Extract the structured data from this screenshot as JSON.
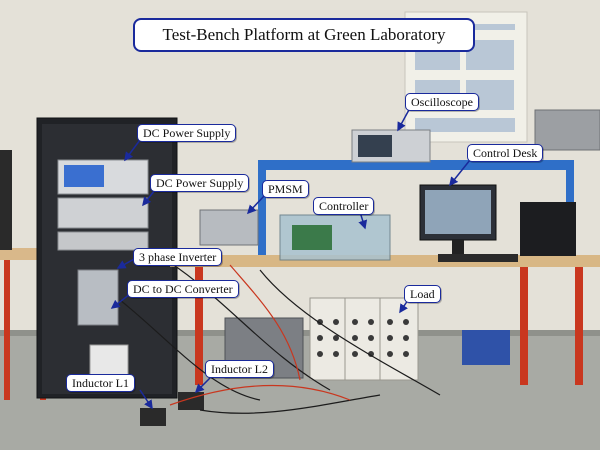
{
  "title": "Test-Bench Platform at Green Laboratory",
  "labels": {
    "dc_power_supply_1": "DC Power Supply",
    "dc_power_supply_2": "DC Power Supply",
    "pmsm": "PMSM",
    "controller": "Controller",
    "oscilloscope": "Oscilloscope",
    "control_desk": "Control Desk",
    "inverter": "3 phase Inverter",
    "dc_dc_converter": "DC to DC Converter",
    "load": "Load",
    "inductor_l1": "Inductor L1",
    "inductor_l2": "Inductor L2"
  },
  "colors": {
    "label_border": "#1a2a9c",
    "arrow": "#1a2a9c",
    "bench_blue": "#2f6fc8",
    "bench_red": "#c9371f"
  }
}
